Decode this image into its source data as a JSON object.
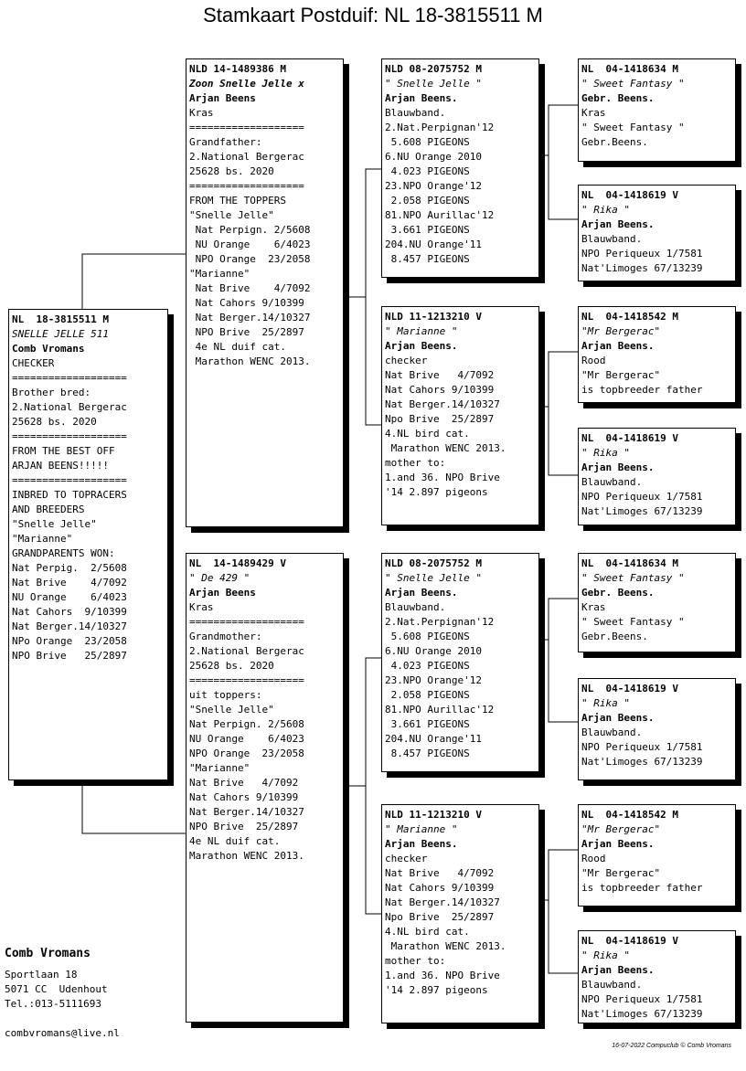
{
  "page_title": "Stamkaart Postduif: NL  18-3815511 M",
  "subject": {
    "ring": "NL  18-3815511 M",
    "name": "SNELLE JELLE 511",
    "line1": "Comb Vromans",
    "lines": [
      "CHECKER",
      "===================",
      "Brother bred:",
      "2.National Bergerac",
      "25628 bs. 2020",
      "===================",
      "FROM THE BEST OFF",
      "ARJAN BEENS!!!!!",
      "===================",
      "",
      "INBRED TO TOPRACERS",
      "AND BREEDERS",
      "\"Snelle Jelle\"",
      "\"Marianne\"",
      "",
      "GRANDPARENTS WON:",
      "Nat Perpig.  2/5608",
      "Nat Brive    4/7092",
      "NU Orange    6/4023",
      "Nat Cahors  9/10399",
      "Nat Berger.14/10327",
      "NPo Orange  23/2058",
      "NPO Brive   25/2897"
    ]
  },
  "father": {
    "ring": "NLD 14-1489386 M",
    "name": "Zoon Snelle Jelle x",
    "line1": "Arjan Beens",
    "lines": [
      "Kras",
      "===================",
      "Grandfather:",
      "2.National Bergerac",
      "25628 bs. 2020",
      "===================",
      "FROM THE TOPPERS",
      "\"Snelle Jelle\"",
      " Nat Perpign. 2/5608",
      " NU Orange    6/4023",
      " NPO Orange  23/2058",
      "",
      "\"Marianne\"",
      " Nat Brive    4/7092",
      " Nat Cahors 9/10399",
      " Nat Berger.14/10327",
      " NPO Brive  25/2897",
      " 4e NL duif cat.",
      " Marathon WENC 2013."
    ]
  },
  "mother": {
    "ring": "NL  14-1489429 V",
    "name": "\" De 429 \"",
    "line1": "Arjan Beens",
    "lines": [
      "Kras",
      "===================",
      "Grandmother:",
      "2.National Bergerac",
      "25628 bs. 2020",
      "===================",
      "uit toppers:",
      "\"Snelle Jelle\"",
      "Nat Perpign. 2/5608",
      "NU Orange    6/4023",
      "NPO Orange  23/2058",
      "",
      "\"Marianne\"",
      "Nat Brive   4/7092",
      "Nat Cahors 9/10399",
      "Nat Berger.14/10327",
      "NPO Brive  25/2897",
      "4e NL duif cat.",
      "Marathon WENC 2013."
    ]
  },
  "ff": {
    "ring": "NLD 08-2075752 M",
    "name": "\" Snelle Jelle \"",
    "line1": "Arjan Beens.",
    "lines": [
      "Blauwband.",
      "2.Nat.Perpignan'12",
      " 5.608 PIGEONS",
      "6.NU Orange 2010",
      " 4.023 PIGEONS",
      "23.NPO Orange'12",
      " 2.058 PIGEONS",
      "81.NPO Aurillac'12",
      " 3.661 PIGEONS",
      "204.NU Orange'11",
      " 8.457 PIGEONS"
    ]
  },
  "fm": {
    "ring": "NLD 11-1213210 V",
    "name": "\" Marianne \"",
    "line1": "Arjan Beens.",
    "lines": [
      "checker",
      "Nat Brive   4/7092",
      "Nat Cahors 9/10399",
      "Nat Berger.14/10327",
      "Npo Brive  25/2897",
      "4.NL bird cat.",
      " Marathon WENC 2013.",
      "",
      "mother to:",
      "1.and 36. NPO Brive",
      "'14 2.897 pigeons"
    ]
  },
  "mf": {
    "ring": "NLD 08-2075752 M",
    "name": "\" Snelle Jelle \"",
    "line1": "Arjan Beens.",
    "lines": [
      "Blauwband.",
      "2.Nat.Perpignan'12",
      " 5.608 PIGEONS",
      "6.NU Orange 2010",
      " 4.023 PIGEONS",
      "23.NPO Orange'12",
      " 2.058 PIGEONS",
      "81.NPO Aurillac'12",
      " 3.661 PIGEONS",
      "204.NU Orange'11",
      " 8.457 PIGEONS"
    ]
  },
  "mm": {
    "ring": "NLD 11-1213210 V",
    "name": "\" Marianne \"",
    "line1": "Arjan Beens.",
    "lines": [
      "checker",
      "Nat Brive   4/7092",
      "Nat Cahors 9/10399",
      "Nat Berger.14/10327",
      "Npo Brive  25/2897",
      "4.NL bird cat.",
      " Marathon WENC 2013.",
      "",
      "mother to:",
      "1.and 36. NPO Brive",
      "'14 2.897 pigeons"
    ]
  },
  "fff": {
    "ring": "NL  04-1418634 M",
    "name": "\" Sweet Fantasy \"",
    "line1": "Gebr. Beens.",
    "lines": [
      "Kras",
      "\" Sweet Fantasy \"",
      "Gebr.Beens."
    ]
  },
  "ffm": {
    "ring": "NL  04-1418619 V",
    "name": "\" Rika \"",
    "line1": "Arjan Beens.",
    "lines": [
      "Blauwband.",
      "NPO Periqueux 1/7581",
      "Nat'Limoges 67/13239"
    ]
  },
  "fmf": {
    "ring": "NL  04-1418542 M",
    "name": "\"Mr Bergerac\"",
    "line1": "Arjan Beens.",
    "lines": [
      "Rood",
      "\"Mr Bergerac\"",
      "is topbreeder father"
    ]
  },
  "fmm": {
    "ring": "NL  04-1418619 V",
    "name": "\" Rika \"",
    "line1": "Arjan Beens.",
    "lines": [
      "Blauwband.",
      "NPO Periqueux 1/7581",
      "Nat'Limoges 67/13239"
    ]
  },
  "mff": {
    "ring": "NL  04-1418634 M",
    "name": "\" Sweet Fantasy \"",
    "line1": "Gebr. Beens.",
    "lines": [
      "Kras",
      "\" Sweet Fantasy \"",
      "Gebr.Beens."
    ]
  },
  "mfm": {
    "ring": "NL  04-1418619 V",
    "name": "\" Rika \"",
    "line1": "Arjan Beens.",
    "lines": [
      "Blauwband.",
      "NPO Periqueux 1/7581",
      "Nat'Limoges 67/13239"
    ]
  },
  "mmf": {
    "ring": "NL  04-1418542 M",
    "name": "\"Mr Bergerac\"",
    "line1": "Arjan Beens.",
    "lines": [
      "Rood",
      "\"Mr Bergerac\"",
      "is topbreeder father"
    ]
  },
  "mmm": {
    "ring": "NL  04-1418619 V",
    "name": "\" Rika \"",
    "line1": "Arjan Beens.",
    "lines": [
      "Blauwband.",
      "NPO Periqueux 1/7581",
      "Nat'Limoges 67/13239"
    ]
  },
  "owner": {
    "name": "Comb Vromans",
    "street": "Sportlaan 18",
    "city": "5071 CC  Udenhout",
    "tel": "Tel.:013-5111693",
    "email": "combvromans@live.nl"
  },
  "footer": "16-07-2022   Compuclub © Comb Vromans"
}
